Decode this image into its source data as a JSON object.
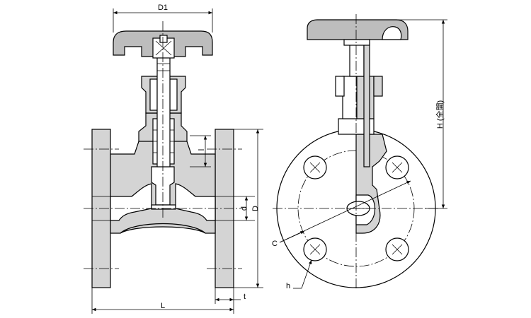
{
  "dimensions": {
    "D1": "D1",
    "H": "H (全開)",
    "d": "d",
    "D": "D",
    "L": "L",
    "t": "t",
    "C": "C",
    "h": "h",
    "l": "l"
  }
}
